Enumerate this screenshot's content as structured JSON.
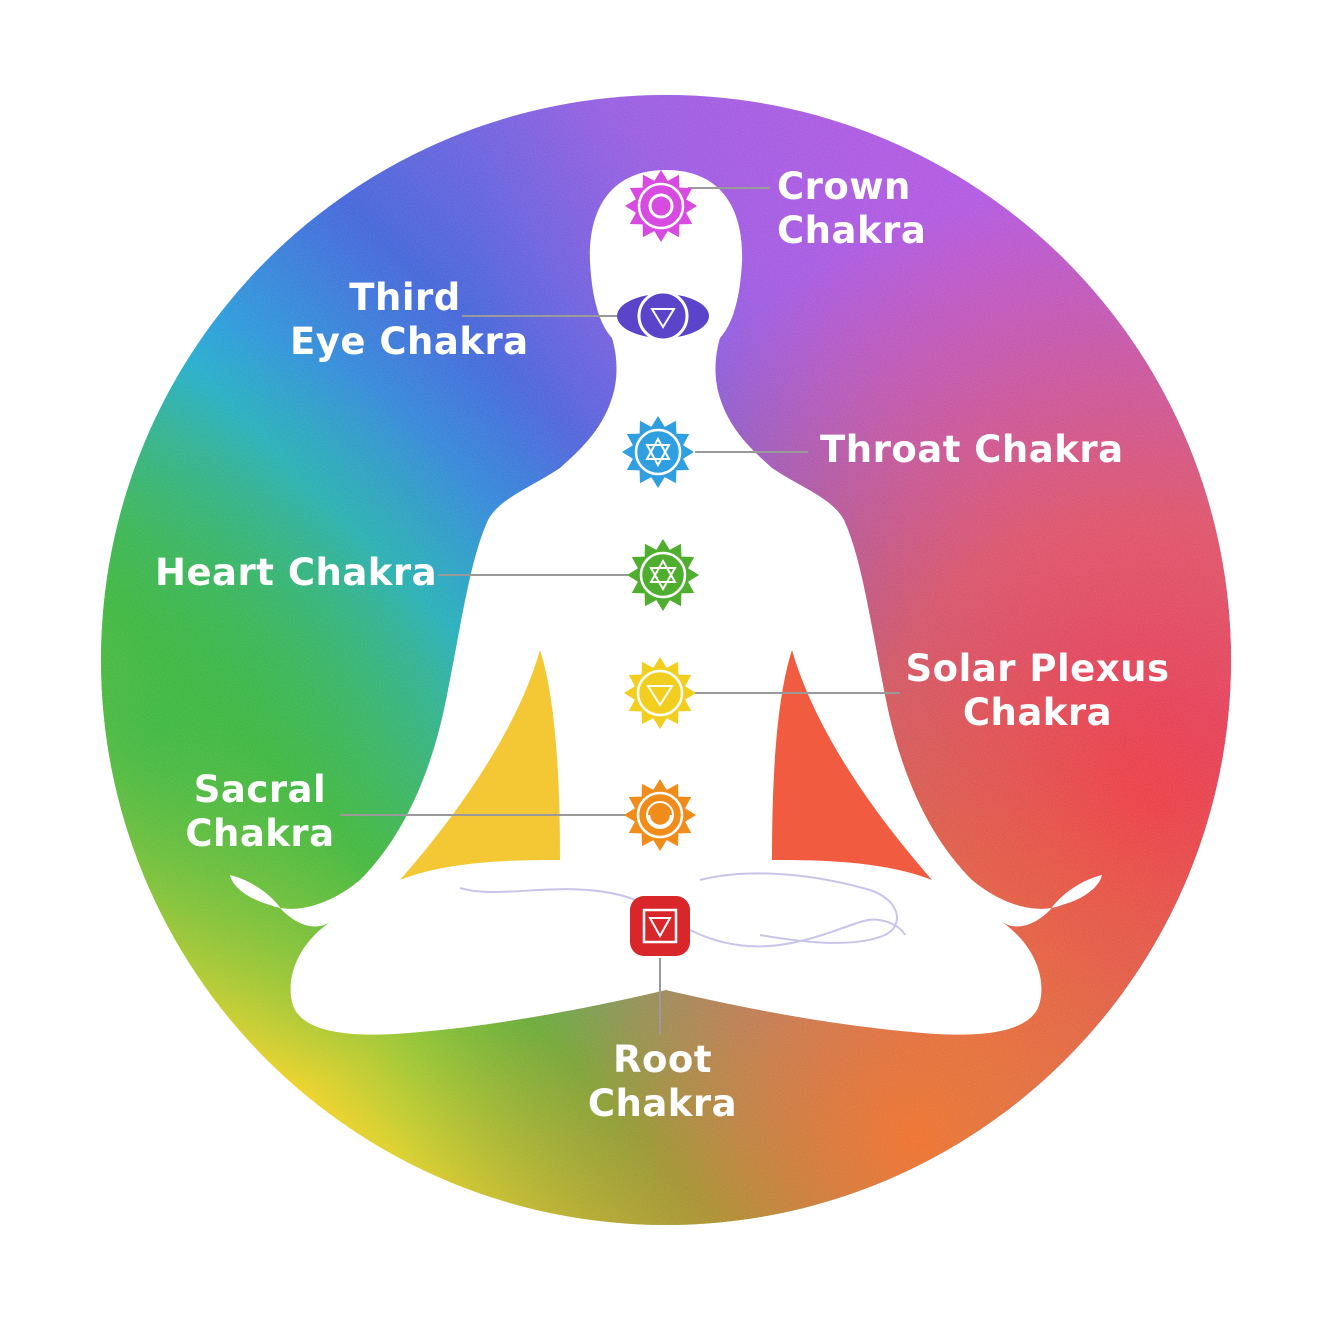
{
  "chakras": [
    {
      "id": "crown",
      "lines": [
        "Crown",
        "Chakra"
      ],
      "color": "#d84be0"
    },
    {
      "id": "third-eye",
      "lines": [
        "Third",
        "Eye Chakra"
      ],
      "color": "#5b44c9"
    },
    {
      "id": "throat",
      "lines": [
        "Throat Chakra"
      ],
      "color": "#2f9fe0"
    },
    {
      "id": "heart",
      "lines": [
        "Heart Chakra"
      ],
      "color": "#4fae2e"
    },
    {
      "id": "solar-plexus",
      "lines": [
        "Solar Plexus",
        "Chakra"
      ],
      "color": "#f2cf1e"
    },
    {
      "id": "sacral",
      "lines": [
        "Sacral",
        "Chakra"
      ],
      "color": "#f08c1a"
    },
    {
      "id": "root",
      "lines": [
        "Root",
        "Chakra"
      ],
      "color": "#d9262b"
    }
  ],
  "connector_color": "#9a9a9a",
  "label_color": "#ffffff"
}
